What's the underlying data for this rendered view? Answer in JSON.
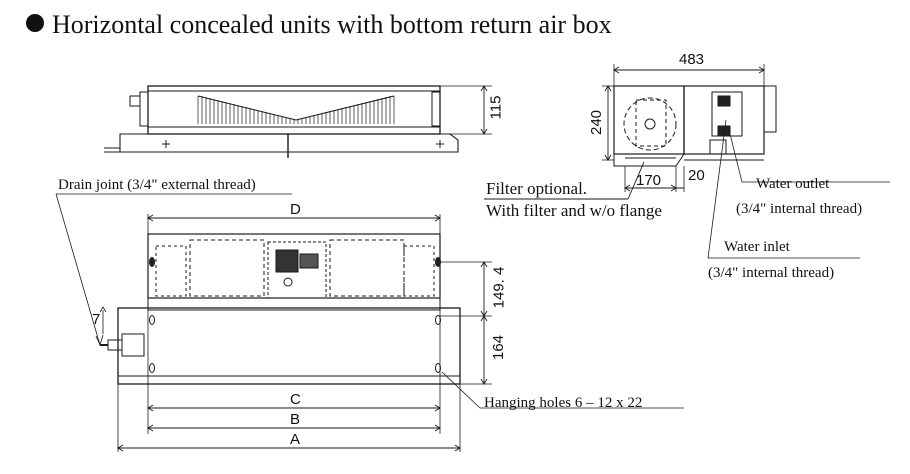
{
  "heading": "Horizontal concealed units with bottom return air box",
  "labels": {
    "drain": "Drain joint (3/4\" external thread)",
    "filter_optional": "Filter optional.",
    "filter_flange": "With filter and w/o flange",
    "water_outlet": "Water outlet",
    "water_outlet_thread": "(3/4\" internal thread)",
    "water_inlet": "Water inlet",
    "water_inlet_thread": "(3/4\" internal thread)",
    "hanging_holes": "Hanging holes 6 – 12 x 22"
  },
  "dimensions": {
    "d115": "115",
    "d483": "483",
    "d240": "240",
    "d170": "170",
    "d20": "20",
    "dD": "D",
    "d149": "149. 4",
    "d7": "7",
    "d164": "164",
    "dC": "C",
    "dB": "B",
    "dA": "A"
  }
}
